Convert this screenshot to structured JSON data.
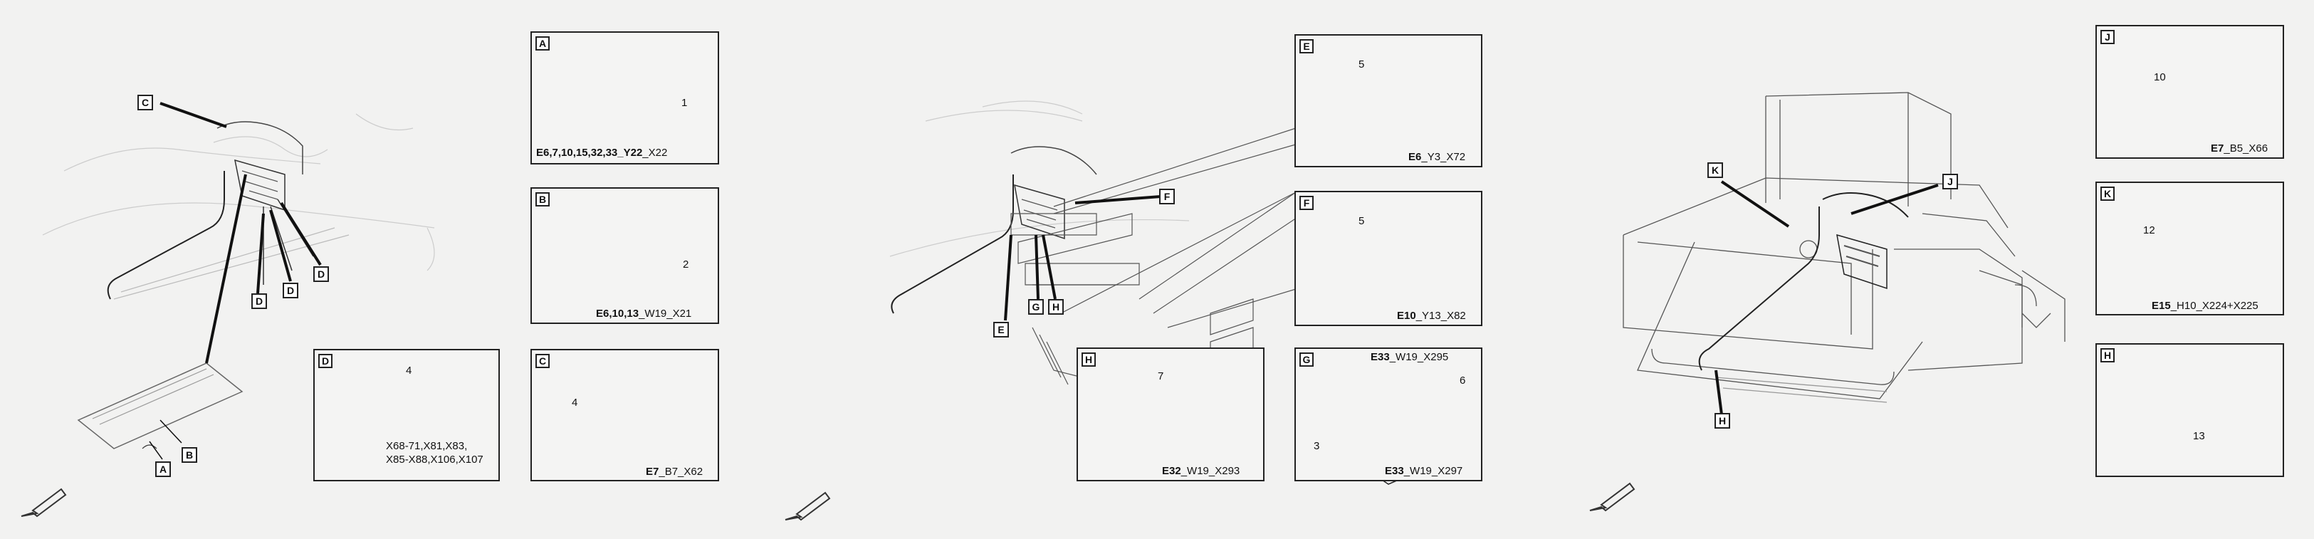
{
  "panel1": {
    "callouts": [
      "C",
      "D",
      "D",
      "D",
      "B",
      "A"
    ],
    "boxes": {
      "A": {
        "tag": "A",
        "num": "1",
        "cap_bold": "E6,7,10,15,32,33_Y22",
        "cap_rest": "_X22"
      },
      "B": {
        "tag": "B",
        "num": "2",
        "cap_bold": "E6,10,13",
        "cap_rest": "_W19_X21"
      },
      "C": {
        "tag": "C",
        "num": "4",
        "cap_bold": "E7",
        "cap_rest": "_B7_X62"
      },
      "D": {
        "tag": "D",
        "num": "4",
        "lines": [
          "X68-71,X81,X83,",
          "X85-X88,X106,X107"
        ]
      }
    }
  },
  "panel2": {
    "callouts": [
      "F",
      "F",
      "E",
      "G",
      "H"
    ],
    "boxes": {
      "E": {
        "tag": "E",
        "num": "5",
        "cap_bold": "E6",
        "cap_rest": "_Y3_X72"
      },
      "F": {
        "tag": "F",
        "num": "5",
        "cap_bold": "E10",
        "cap_rest": "_Y13_X82"
      },
      "H": {
        "tag": "H",
        "num": "7",
        "cap_bold": "E32",
        "cap_rest": "_W19_X293"
      },
      "G": {
        "tag": "G",
        "num_a": "6",
        "num_b": "3",
        "cap_top_bold": "E33",
        "cap_top_rest": "_W19_X295",
        "cap_bold": "E33",
        "cap_rest": "_W19_X297"
      }
    }
  },
  "panel3": {
    "callouts": [
      "K",
      "J",
      "H"
    ],
    "boxes": {
      "J": {
        "tag": "J",
        "num": "10",
        "cap_bold": "E7",
        "cap_rest": "_B5_X66"
      },
      "K": {
        "tag": "K",
        "num": "12",
        "cap_bold": "E15",
        "cap_rest": "_H10_X224+X225"
      },
      "H": {
        "tag": "H",
        "num": "13"
      }
    }
  },
  "icons": [
    "arrow-icon",
    "connector-icon",
    "harness-icon",
    "paver-machine-icon"
  ]
}
